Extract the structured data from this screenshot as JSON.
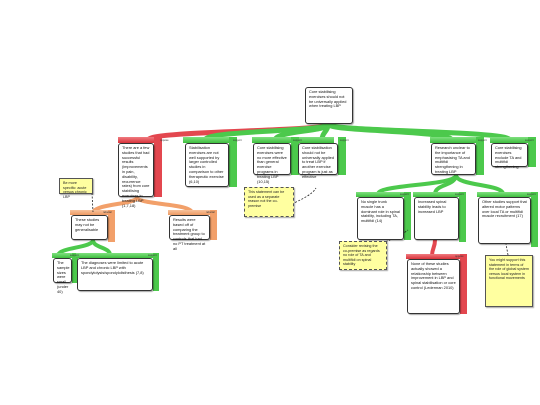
{
  "colors": {
    "support": "#4cc94c",
    "support_dark": "#2f9a2f",
    "oppose": "#e3474f",
    "oppose_dark": "#b32028",
    "rebuttal": "#f2a06a",
    "note_fill": "#ffffa0"
  },
  "nodes": {
    "root": "Core stabilising exercises should not be universally applied when treating LBP",
    "c1": "There are a few studies that had successful results (improvements in pain, disability, recurrence rates) from core stabilising exercises in treating LBP (1,7,18)",
    "c2": "Stabilisation exercises are not well supported by larger controlled studies in comparison to other therapeutic exercise (6,10)",
    "c3": "Core stabilising exercises were no more effective than general exercise programs in treating LBP (10,15)",
    "c4": "Core stabilisation should not be universally applied to treat LBP if another exercise program is just as effective",
    "c5": "Research unclear to the importance of emphasising TA and multifidi strengthening in treating LBP",
    "c6": "Core stabilising exercises exclude TA and multifidi strengthening",
    "r1": "These studies may not be generalisable",
    "r2": "Results were based off of comparing the treatment group to controls that had no PT treatment at all",
    "s1": "The sample sizes were small (under 40)",
    "s2": "The diagnoses were limited to acute LBP and chronic LBP with spondylolysis/spondylolisthesis (7,8)",
    "s3": "No single trunk muscle has a dominant role in spinal stability, including TA, multifidi (14)",
    "s4": "Increased spinal stability leads to increased LBP",
    "s5": "Other studies support that altered motor patterns over local TA or multifidi muscle recruitment (17)",
    "s6": "None of these studies actually showed a relationship between improvement in LBP and spinal stabilisation or core control (Lederman 2010)"
  },
  "notes": {
    "n1": "Be more specific: acute versus chronic LBP",
    "n2": "This statement can be used as a separate reason not the co-premise",
    "n3": "Consider revising the co-premise as regards no role of TA and multifidi on spinal stability",
    "n4": "You might support this statement in terms of the role of global system versus local system in functional movements"
  },
  "labels": {
    "oppose": "oppose",
    "support": "support",
    "rebuttal": "rebuttal"
  }
}
